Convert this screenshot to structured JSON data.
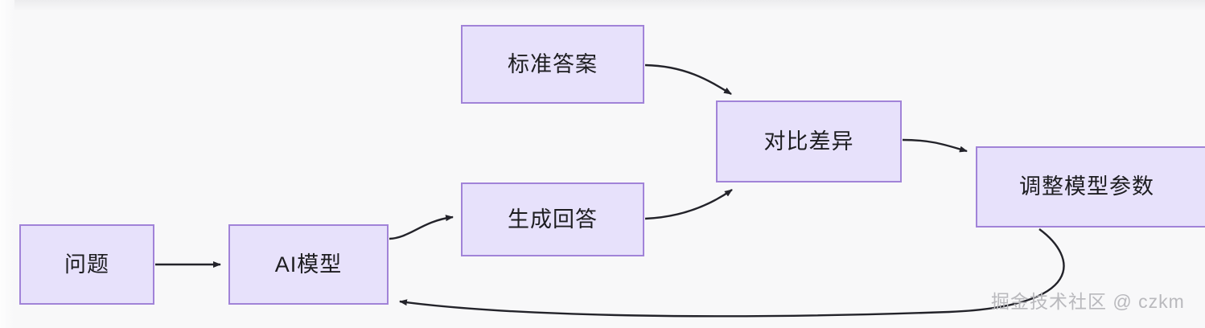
{
  "diagram": {
    "title": "AI model training feedback loop flowchart",
    "colors": {
      "node_fill": "#e7e1fb",
      "node_border": "#a183d8",
      "edge_stroke": "#23232a",
      "text": "#1d1d20",
      "background": "#f8f8f9",
      "watermark": "#b9b9bd"
    },
    "nodes": [
      {
        "id": "question",
        "label": "问题"
      },
      {
        "id": "ai-model",
        "label": "AI模型"
      },
      {
        "id": "generate",
        "label": "生成回答"
      },
      {
        "id": "standard",
        "label": "标准答案"
      },
      {
        "id": "compare",
        "label": "对比差异"
      },
      {
        "id": "adjust",
        "label": "调整模型参数"
      }
    ],
    "edges": [
      {
        "id": "question-to-ai-model",
        "from": "问题",
        "to": "AI模型",
        "style": "straight"
      },
      {
        "id": "ai-model-to-generate",
        "from": "AI模型",
        "to": "生成回答",
        "style": "curved"
      },
      {
        "id": "standard-to-compare",
        "from": "标准答案",
        "to": "对比差异",
        "style": "curved"
      },
      {
        "id": "generate-to-compare",
        "from": "生成回答",
        "to": "对比差异",
        "style": "curved"
      },
      {
        "id": "compare-to-adjust",
        "from": "对比差异",
        "to": "调整模型参数",
        "style": "curved"
      },
      {
        "id": "adjust-to-ai-model",
        "from": "调整模型参数",
        "to": "AI模型",
        "style": "curved-feedback"
      }
    ]
  },
  "watermark": {
    "text": "掘金技术社区 @ czkm"
  }
}
